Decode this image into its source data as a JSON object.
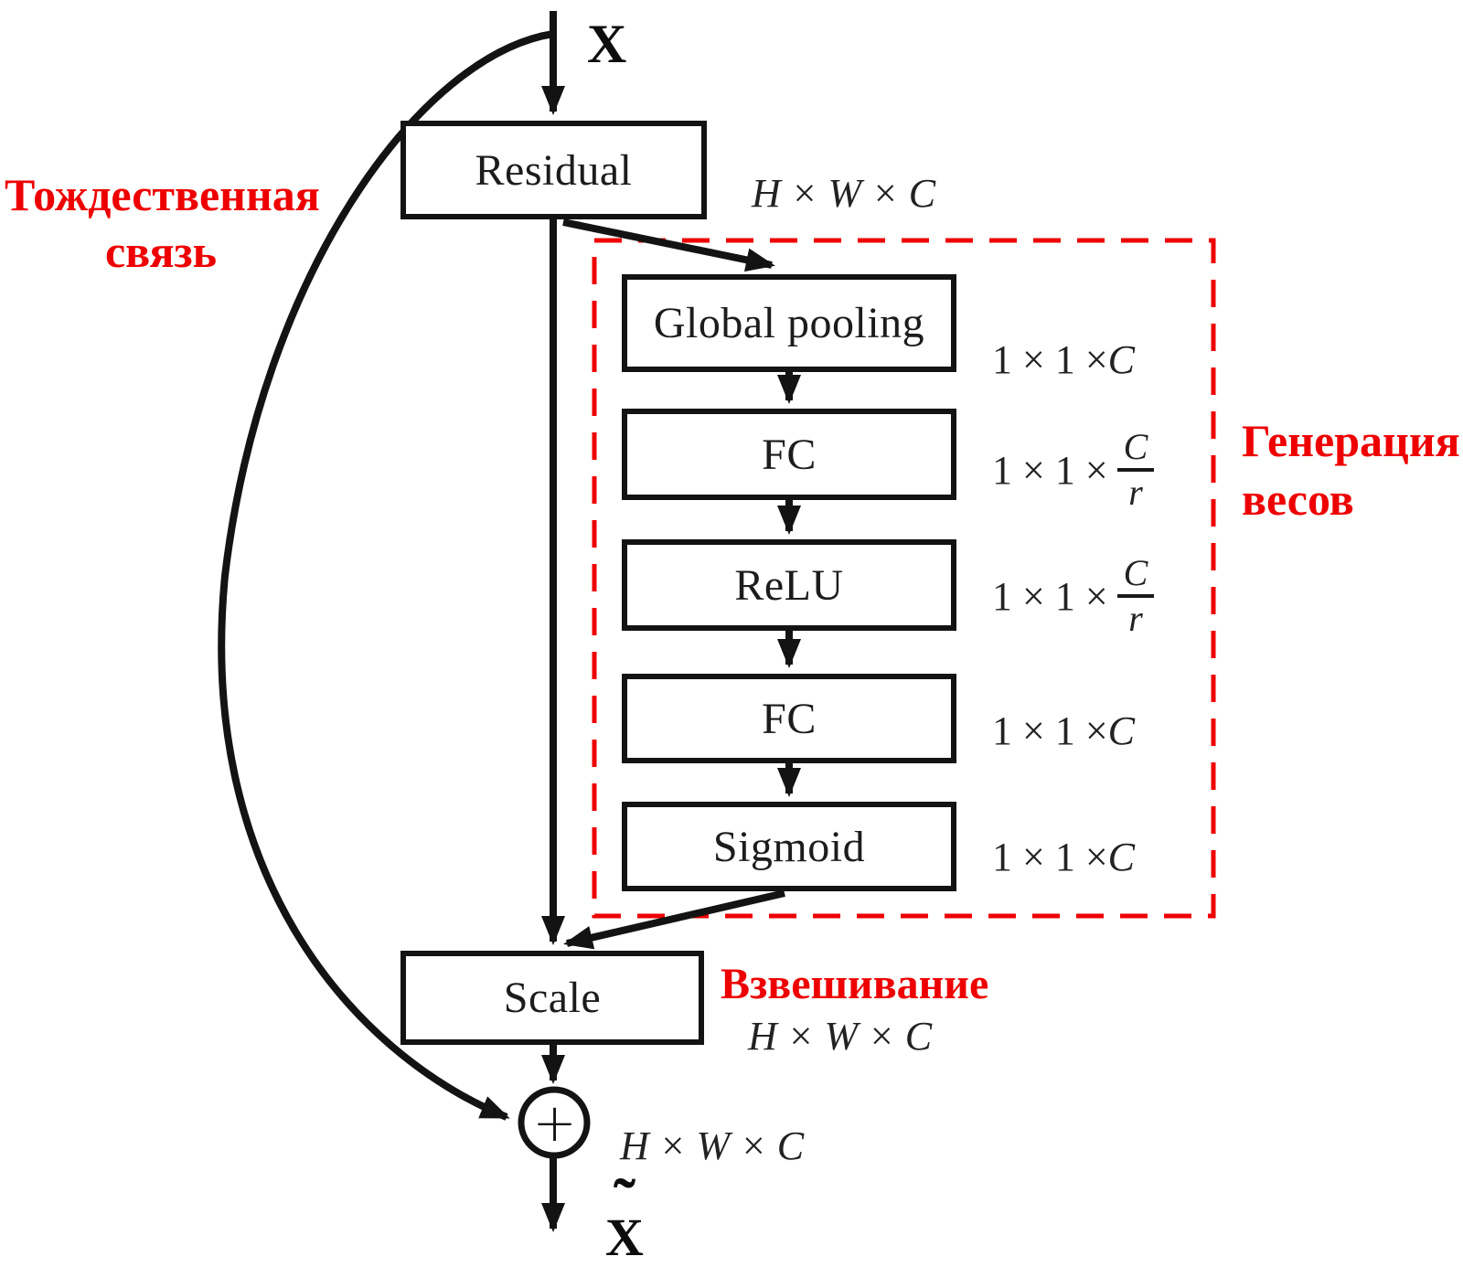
{
  "diagram": {
    "input_label": "X",
    "output_label_base": "X",
    "output_label_tilde": "˜",
    "sum_symbol": "+",
    "blocks": {
      "residual": "Residual",
      "global_pooling": "Global pooling",
      "fc1": "FC",
      "relu": "ReLU",
      "fc2": "FC",
      "sigmoid": "Sigmoid",
      "scale": "Scale"
    },
    "dims": {
      "residual_out": "H × W × C",
      "global_pooling_out_prefix": "1 × 1 × ",
      "global_pooling_out_var": "C",
      "fc1_out_prefix": "1 × 1 ×",
      "fc1_out_numerator": "C",
      "fc1_out_denominator": "r",
      "relu_out_prefix": "1 × 1 ×",
      "relu_out_numerator": "C",
      "relu_out_denominator": "r",
      "fc2_out_prefix": "1 × 1 × ",
      "fc2_out_var": "C",
      "sigmoid_out_prefix": "1 × 1 × ",
      "sigmoid_out_var": "C",
      "scale_out": "H × W × C",
      "sum_out": "H × W × C"
    },
    "annotations": {
      "identity_line1": "Тождественная",
      "identity_line2": "связь",
      "weight_generation_line1": "Генерация",
      "weight_generation_line2": "весов",
      "weighting": "Взвешивание"
    },
    "colors": {
      "annotation_red": "#ee0000",
      "line_black": "#131313"
    }
  }
}
